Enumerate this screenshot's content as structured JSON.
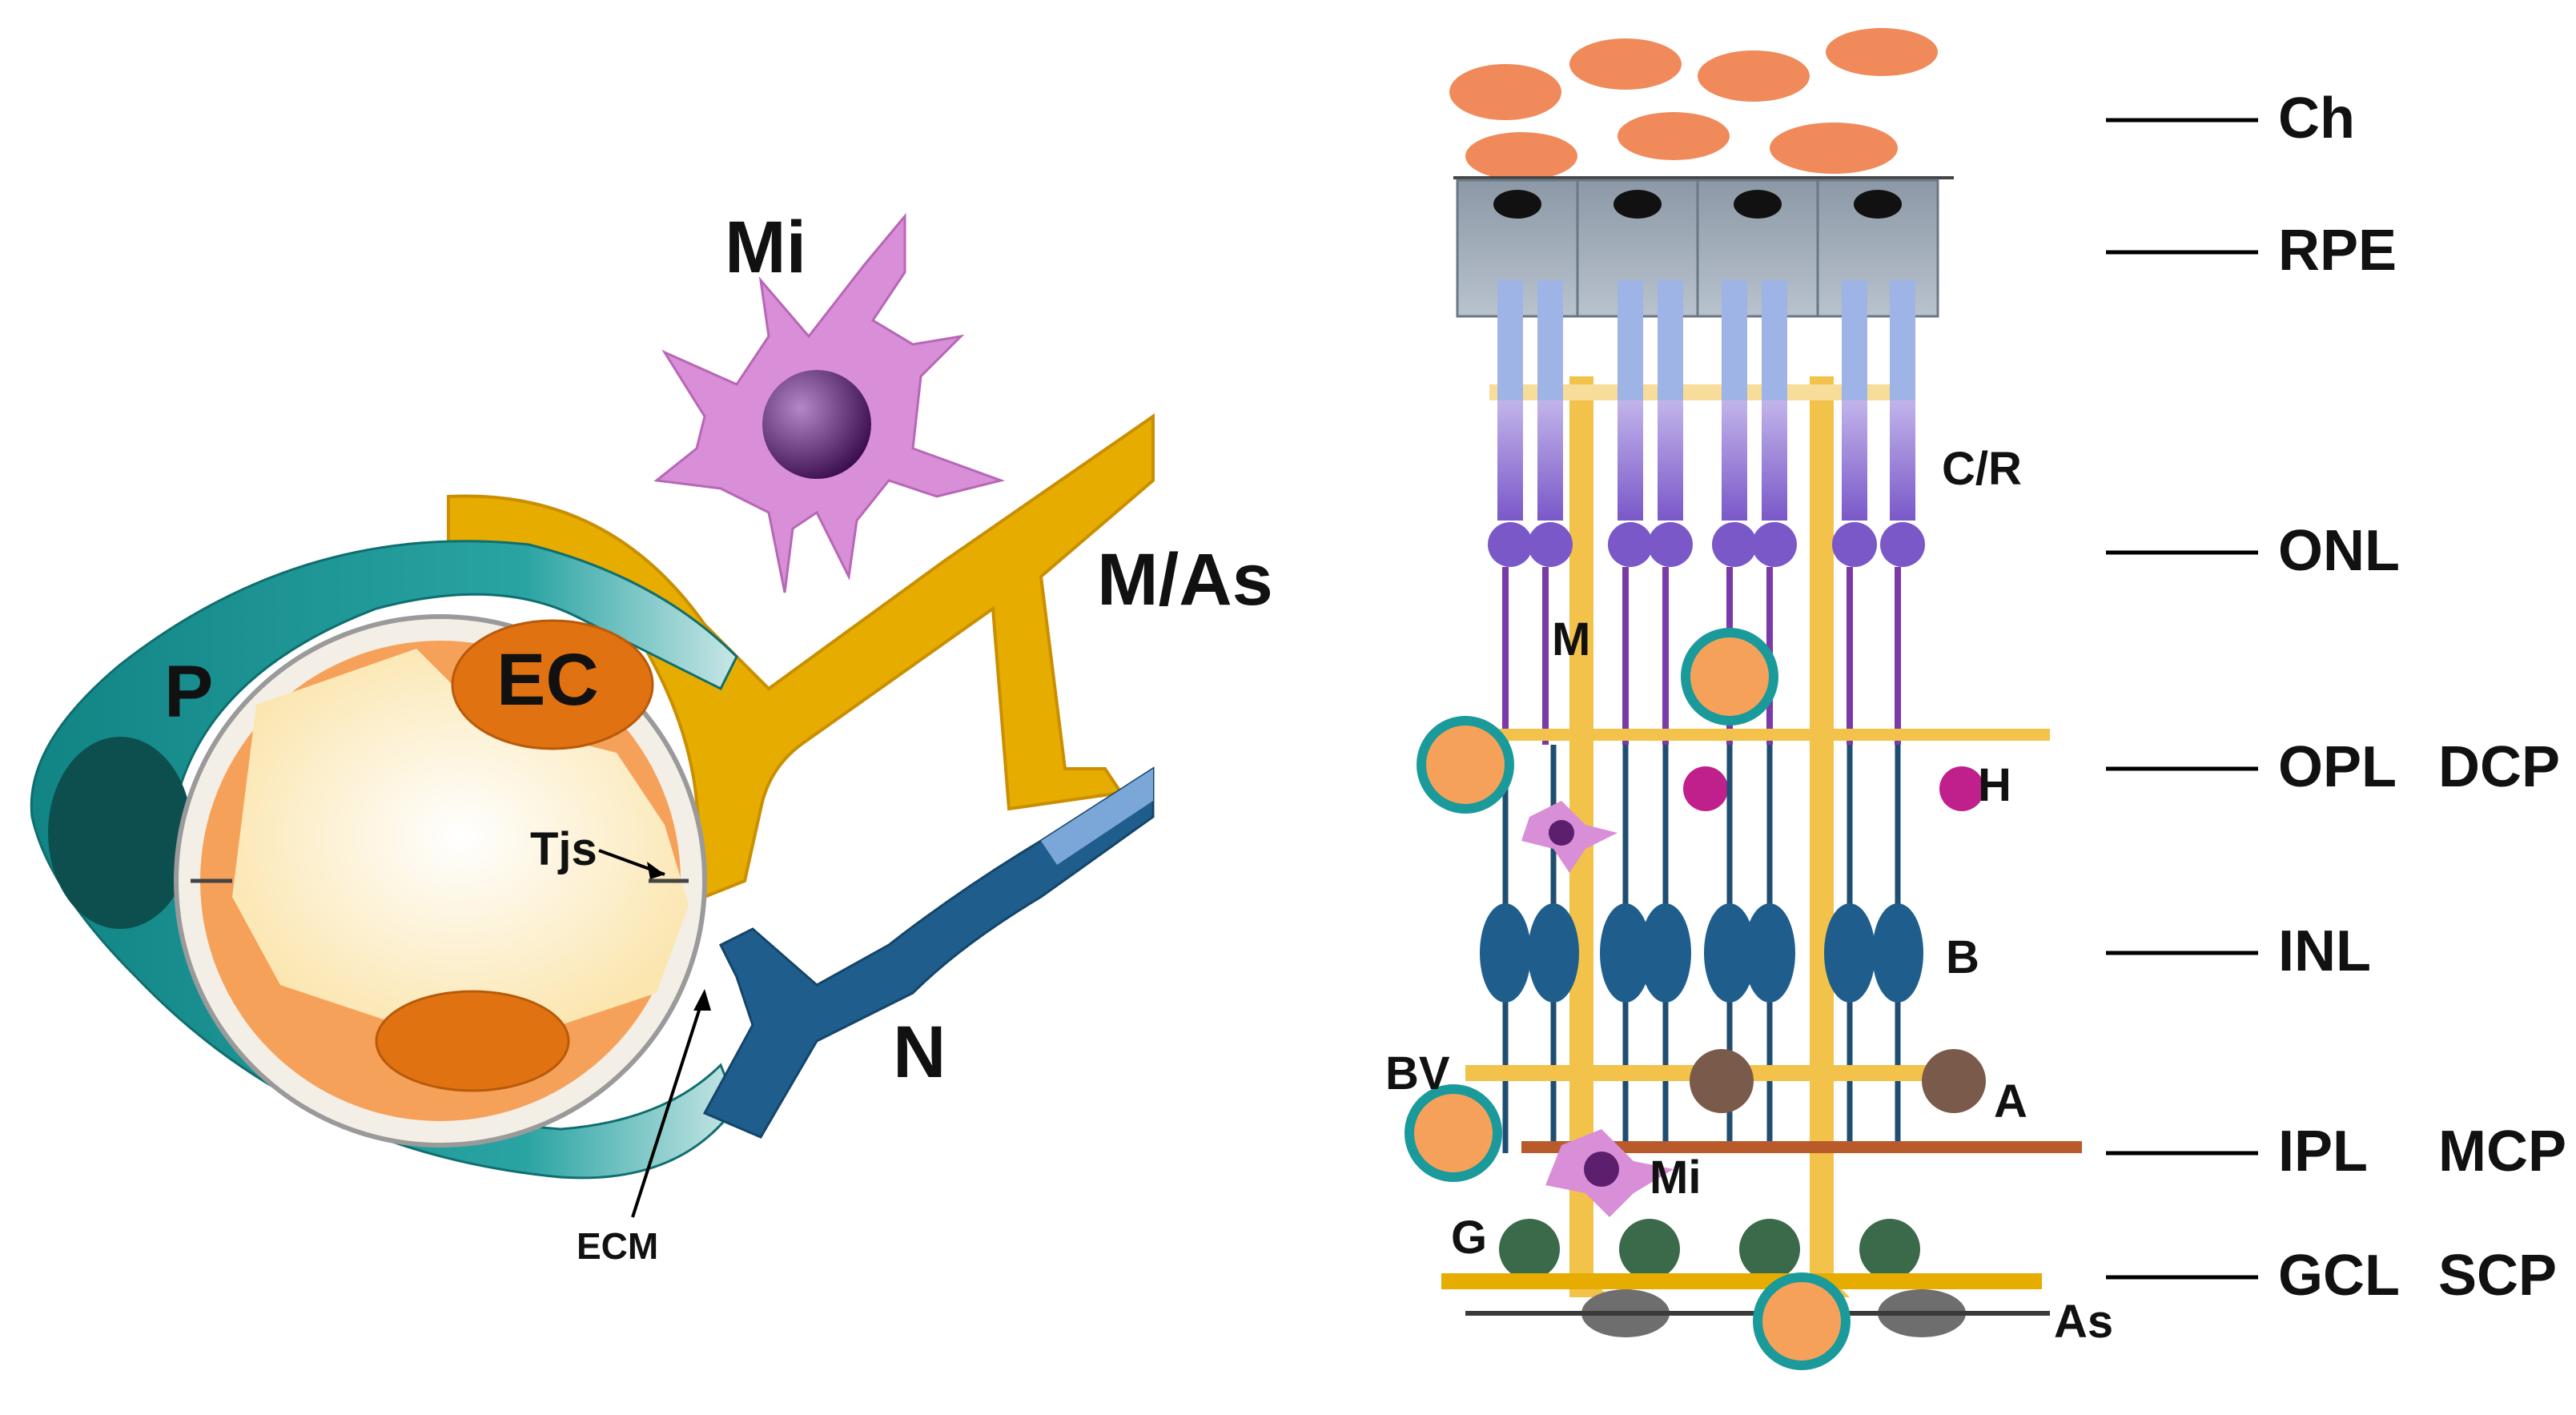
{
  "left_panel": {
    "labels": {
      "microglia": "Mi",
      "muller_astrocyte": "M/As",
      "pericyte": "P",
      "endothelial_cell": "EC",
      "tight_junctions": "Tjs",
      "neuron": "N",
      "extracellular_matrix": "ECM"
    }
  },
  "right_panel": {
    "layers": [
      {
        "label": "Ch",
        "plexus": ""
      },
      {
        "label": "RPE",
        "plexus": ""
      },
      {
        "label": "ONL",
        "plexus": ""
      },
      {
        "label": "OPL",
        "plexus": "DCP"
      },
      {
        "label": "INL",
        "plexus": ""
      },
      {
        "label": "IPL",
        "plexus": "MCP"
      },
      {
        "label": "GCL",
        "plexus": "SCP"
      }
    ],
    "cell_labels": {
      "cones_rods": "C/R",
      "muller": "M",
      "horizontal": "H",
      "bipolar": "B",
      "blood_vessel": "BV",
      "amacrine": "A",
      "microglia": "Mi",
      "ganglion": "G",
      "astrocyte": "As"
    }
  },
  "colors": {
    "pericyte": "#1a9a9a",
    "endothelial": "#f08a24",
    "lumen": "#fff6d8",
    "glia": "#e6ac00",
    "microglia": "#d98ed8",
    "microglia_nucleus": "#5b1f6e",
    "neuron": "#1f5e8c",
    "photoreceptor": "#9a7ad8",
    "rpe": "#a7b2bf",
    "choroid": "#f08a5a",
    "horizontal": "#c0208c",
    "amacrine": "#7a5a4a",
    "ganglion": "#3a6a4a",
    "astrocyte": "#6e6e6e"
  }
}
